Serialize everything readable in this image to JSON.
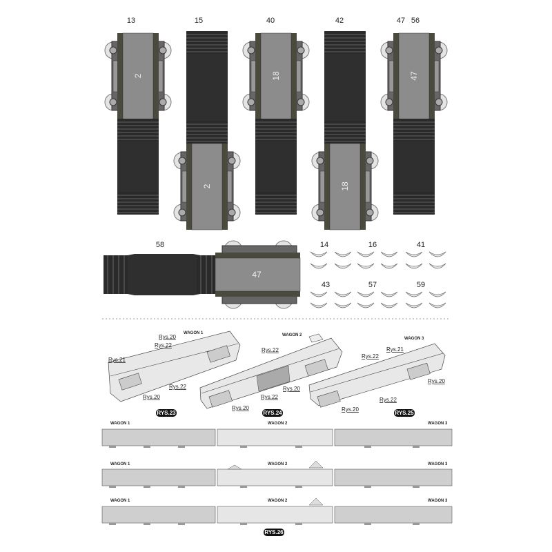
{
  "parts": {
    "columns": [
      {
        "label": "13",
        "inner": "2"
      },
      {
        "label": "15",
        "inner": "2"
      },
      {
        "label": "40",
        "inner": "18"
      },
      {
        "label": "42",
        "inner": "18"
      },
      {
        "label": "47",
        "label2": "56",
        "inner": "47"
      }
    ],
    "strip": {
      "label": "58",
      "inner": "47"
    },
    "small": [
      "14",
      "16",
      "41",
      "43",
      "57",
      "59"
    ]
  },
  "diagrams": {
    "wagon1": {
      "title": "WAGON 1",
      "badge": "RYS.23",
      "labels": [
        "Rys.20",
        "Rys.22",
        "Rys.21",
        "Rys.22",
        "Rys.20"
      ]
    },
    "wagon2": {
      "title": "WAGON 2",
      "badge": "RYS.24",
      "labels": [
        "Rys.22",
        "Rys.20",
        "Rys.22",
        "Rys.20"
      ]
    },
    "wagon3": {
      "title": "WAGON 3",
      "badge": "RYS.25",
      "labels": [
        "Rys.21",
        "Rys.22",
        "Rys.20",
        "Rys.22",
        "Rys.20"
      ]
    },
    "side_views": {
      "w1": "WAGON 1",
      "w2": "WAGON 2",
      "w3": "WAGON 3",
      "badge": "RYS.26"
    }
  },
  "colors": {
    "gray": "#8c8c8c",
    "dark": "#2f2f2f",
    "frame": "#4a4a3e",
    "wagon": "#d8d8d8"
  }
}
